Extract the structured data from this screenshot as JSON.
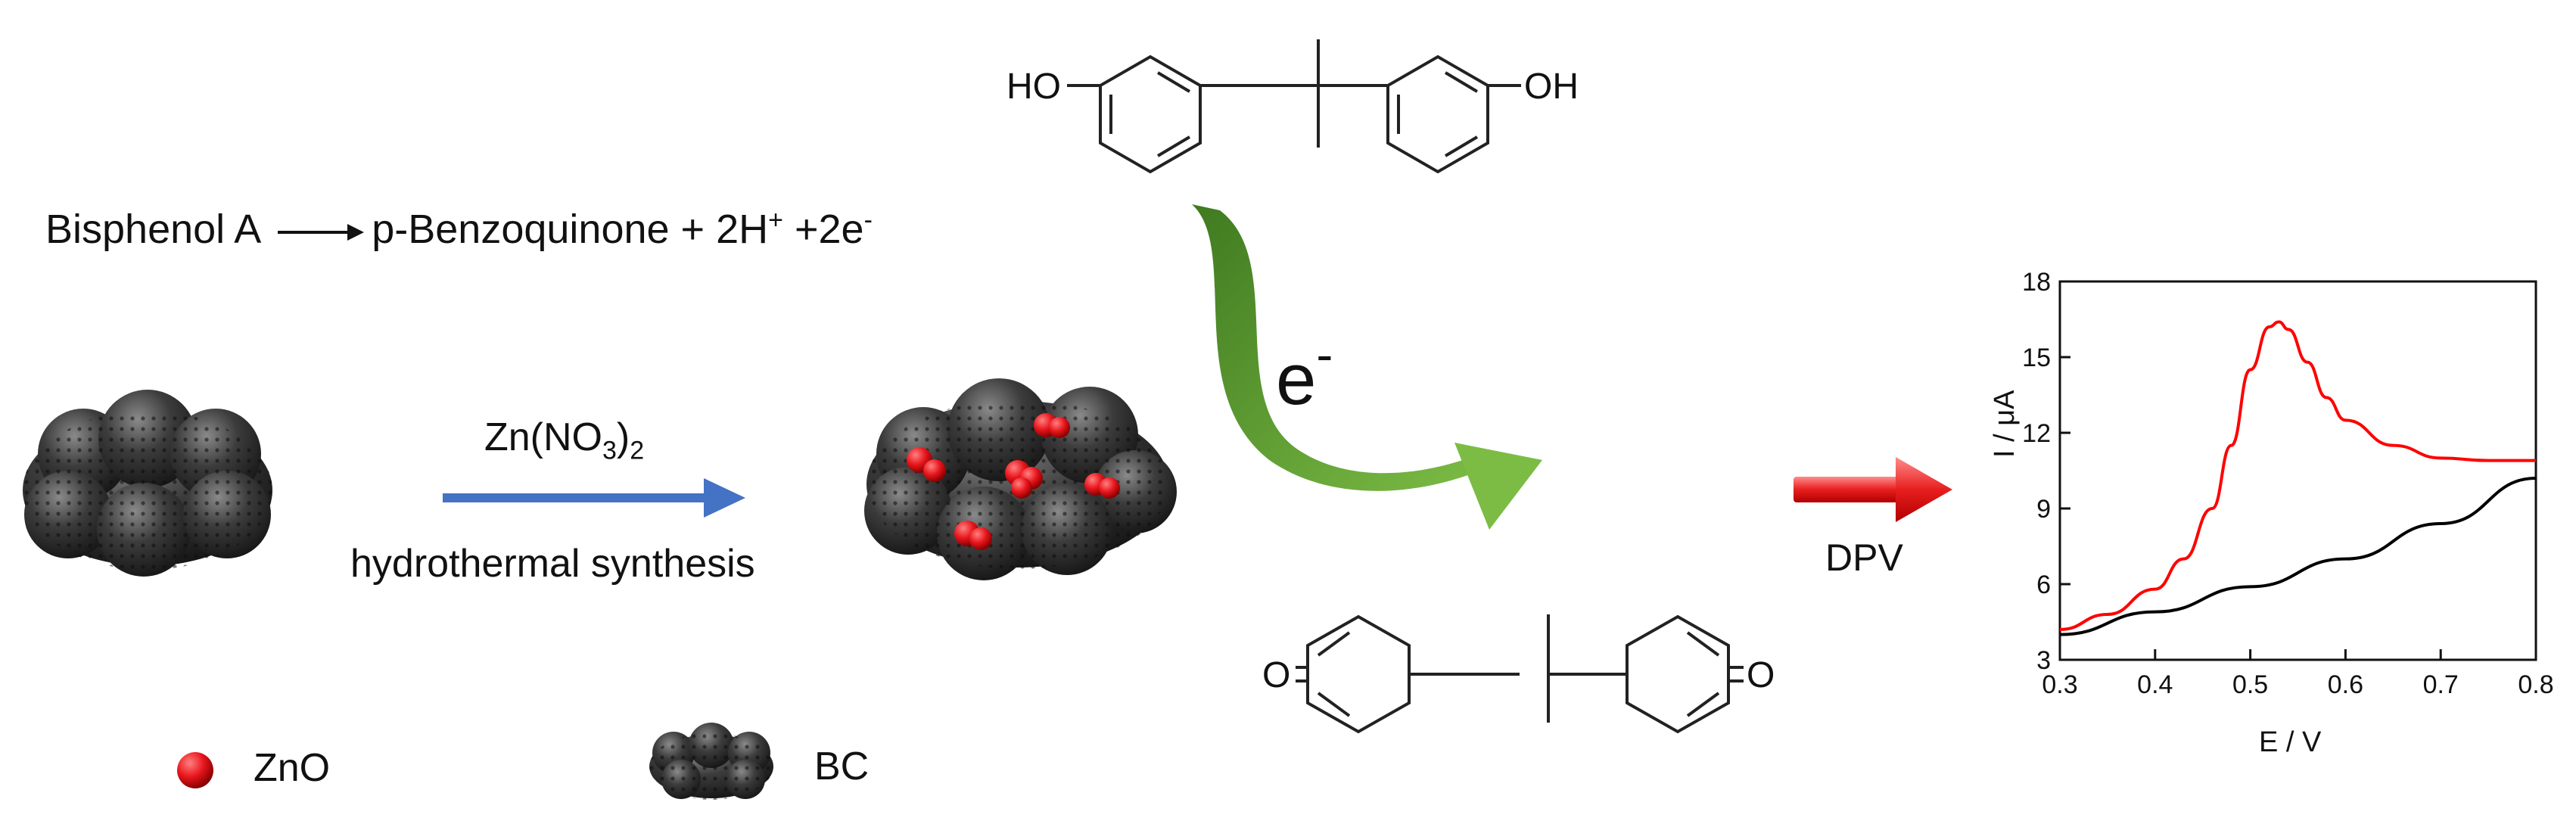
{
  "reaction": {
    "reactant": "Bisphenol A",
    "product": "p-Benzoquinone + 2H",
    "product_plus_sup": "+",
    "electrons": " +2e",
    "electrons_sup": "-"
  },
  "synthesis": {
    "reagent_prefix": "Zn(NO",
    "reagent_sub": "3",
    "reagent_suffix": ")",
    "reagent_sub2": "2",
    "method": "hydrothermal synthesis"
  },
  "molecules": {
    "top_hydroxyl_left": "HO",
    "top_hydroxyl_right": "OH",
    "bottom_oxo_left": "O",
    "bottom_oxo_right": "O"
  },
  "electron_label": "e",
  "electron_sup": "-",
  "technique_label": "DPV",
  "legend": {
    "zno": "ZnO",
    "bc": "BC"
  },
  "colors": {
    "green_arrow": "#5a9a2e",
    "blue_arrow": "#4472c4",
    "red_arrow": "#e02020",
    "zno_red": "#e8161d",
    "bc_gray": "#3a3a3a",
    "curve_red": "#ff0000",
    "curve_black": "#000000"
  },
  "chart_data": {
    "type": "line",
    "xlabel": "E / V",
    "ylabel": "I / μA",
    "xlim": [
      0.3,
      0.8
    ],
    "ylim": [
      3,
      18
    ],
    "xticks": [
      "0.3",
      "0.4",
      "0.5",
      "0.6",
      "0.7",
      "0.8"
    ],
    "yticks": [
      "3",
      "6",
      "9",
      "12",
      "15",
      "18"
    ],
    "grid": false,
    "series": [
      {
        "color": "#ff0000",
        "x": [
          0.3,
          0.35,
          0.4,
          0.43,
          0.46,
          0.48,
          0.5,
          0.52,
          0.53,
          0.54,
          0.56,
          0.58,
          0.6,
          0.65,
          0.7,
          0.75,
          0.8
        ],
        "y": [
          4.2,
          4.8,
          5.8,
          7.0,
          9.0,
          11.5,
          14.5,
          16.2,
          16.4,
          16.1,
          14.8,
          13.4,
          12.5,
          11.5,
          11.0,
          10.9,
          10.9
        ]
      },
      {
        "color": "#000000",
        "x": [
          0.3,
          0.4,
          0.5,
          0.6,
          0.7,
          0.8
        ],
        "y": [
          4.0,
          4.9,
          5.9,
          7.0,
          8.4,
          10.2
        ]
      }
    ]
  }
}
